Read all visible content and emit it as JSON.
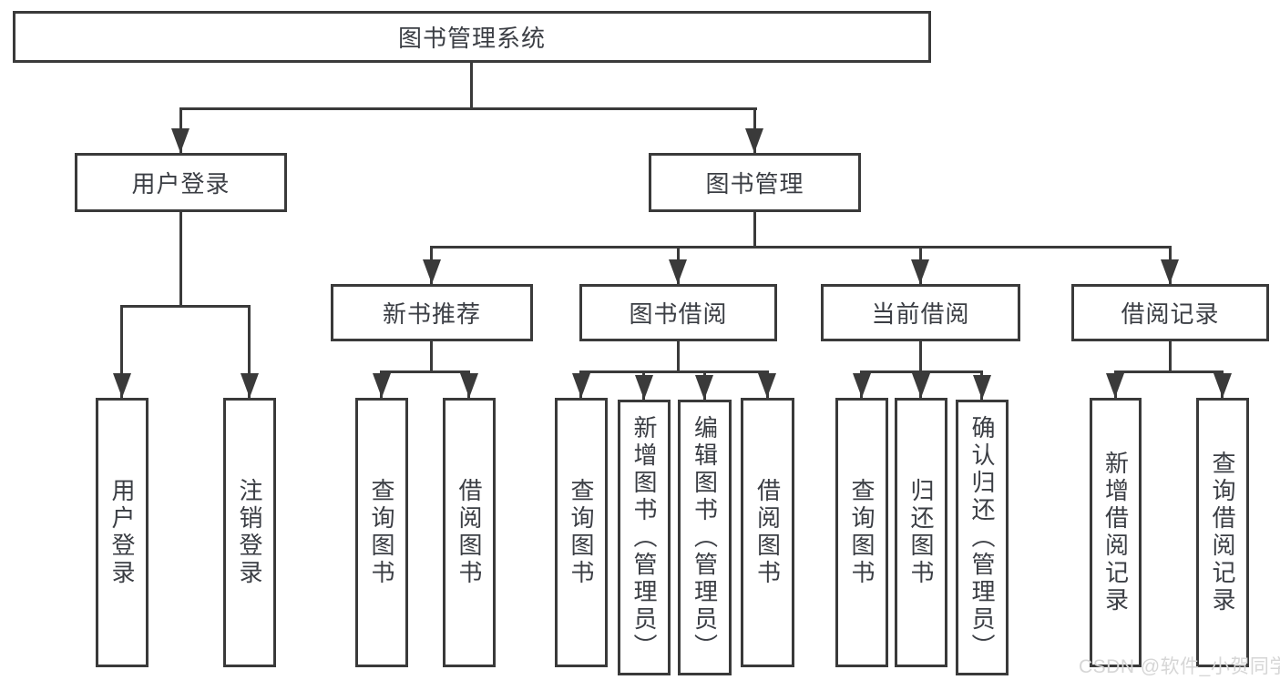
{
  "diagram": {
    "type": "hierarchy-tree",
    "title": "图书管理系统"
  },
  "nodes": {
    "root": "图书管理系统",
    "user_login": "用户登录",
    "book_management": "图书管理",
    "new_book_recommend": "新书推荐",
    "book_borrowing": "图书借阅",
    "current_borrowing": "当前借阅",
    "borrowing_records": "借阅记录",
    "leaf_user_login": "用户登录",
    "leaf_logout": "注销登录",
    "nb_query_books": "查询图书",
    "nb_borrow_books": "借阅图书",
    "bb_query_books": "查询图书",
    "bb_add_books_admin": "新增图书（管理员）",
    "bb_edit_books_admin": "编辑图书（管理员）",
    "bb_borrow_books": "借阅图书",
    "cb_query_books": "查询图书",
    "cb_return_books": "归还图书",
    "cb_confirm_return_admin": "确认归还（管理员）",
    "br_add_record": "新增借阅记录",
    "br_query_record": "查询借阅记录"
  },
  "hierarchy": {
    "图书管理系统": {
      "用户登录": [
        "用户登录",
        "注销登录"
      ],
      "图书管理": {
        "新书推荐": [
          "查询图书",
          "借阅图书"
        ],
        "图书借阅": [
          "查询图书",
          "新增图书（管理员）",
          "编辑图书（管理员）",
          "借阅图书"
        ],
        "当前借阅": [
          "查询图书",
          "归还图书",
          "确认归还（管理员）"
        ],
        "借阅记录": [
          "新增借阅记录",
          "查询借阅记录"
        ]
      }
    }
  },
  "watermark": "CSDN @软件_小贺同学",
  "colors": {
    "line": "#3a3a3a",
    "box_border": "#3a3a3a",
    "text": "#3b3e44",
    "background": "#ffffff",
    "watermark": "#d6d6d6"
  }
}
